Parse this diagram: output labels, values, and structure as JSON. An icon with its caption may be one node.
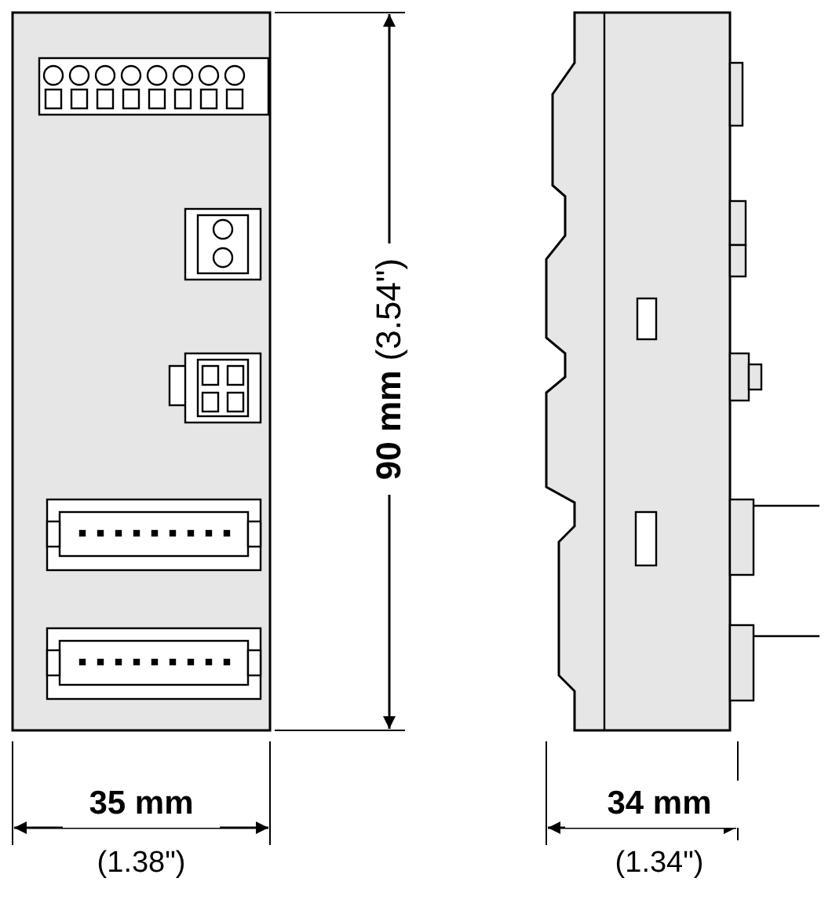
{
  "diagram": {
    "labels": [
      "**90 mm** (3.54\")",
      "35 mm",
      "(1.38\")",
      "34 mm",
      "(1.34\")"
    ]
  }
}
